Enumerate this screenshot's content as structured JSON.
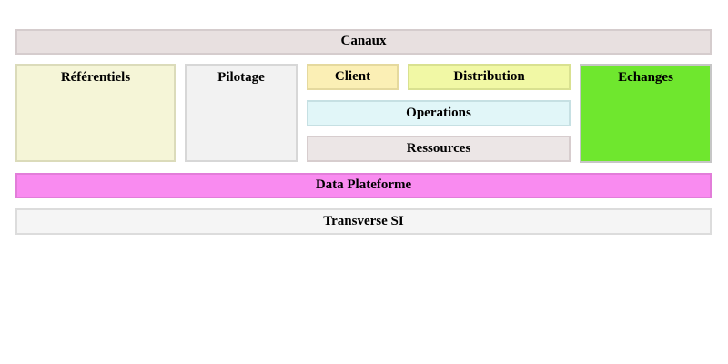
{
  "page": {
    "background": "#ffffff",
    "text_color": "#000000"
  },
  "diagram": {
    "canaux": {
      "label": "Canaux",
      "bg": "#e8e0e0",
      "border": "#d5cccd"
    },
    "referentiels": {
      "label": "Référentiels",
      "bg": "#f5f5d7",
      "border": "#dbdbba"
    },
    "pilotage": {
      "label": "Pilotage",
      "bg": "#f2f2f2",
      "border": "#d7d7d7"
    },
    "client": {
      "label": "Client",
      "bg": "#fbefb5",
      "border": "#e5d99e"
    },
    "distribution": {
      "label": "Distribution",
      "bg": "#f1f8a5",
      "border": "#d9e190"
    },
    "operations": {
      "label": "Operations",
      "bg": "#e1f6f8",
      "border": "#c6e0e3"
    },
    "ressources": {
      "label": "Ressources",
      "bg": "#ece6e6",
      "border": "#d7cdce"
    },
    "echanges": {
      "label": "Echanges",
      "bg": "#6fe72e",
      "border": "#c6c6c6"
    },
    "data_plateforme": {
      "label": "Data Plateforme",
      "bg": "#f98bf0",
      "border": "#e27dd9"
    },
    "transverse_si": {
      "label": "Transverse SI",
      "bg": "#f5f5f5",
      "border": "#dcdcdc"
    }
  }
}
